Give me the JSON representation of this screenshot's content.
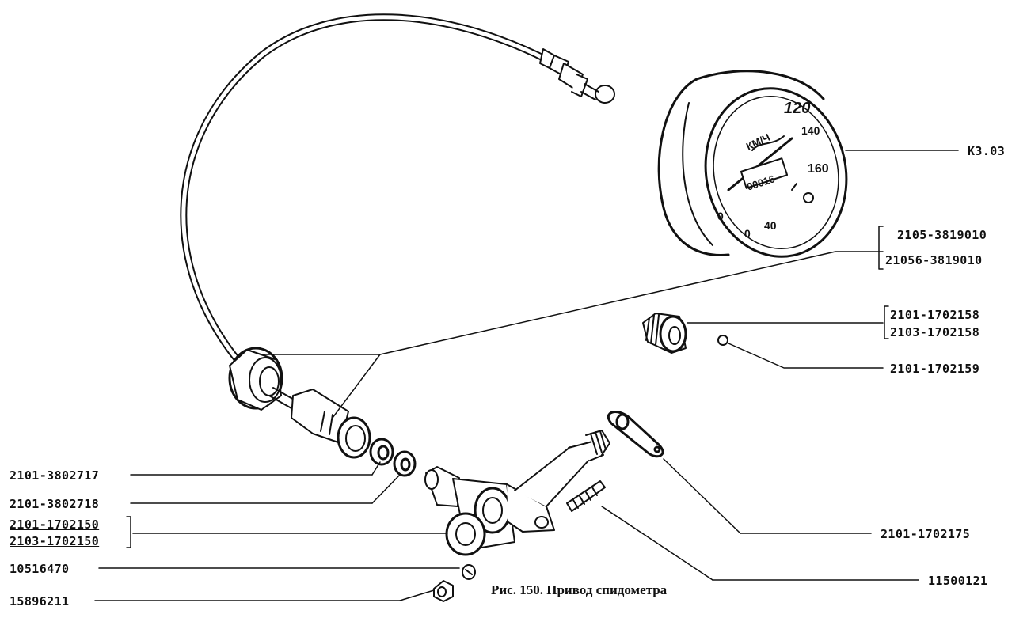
{
  "caption": "Рис. 150. Привод спидометра",
  "labels": {
    "speedometer": "К3.03",
    "cable_a": "2105-3819010",
    "cable_b": "21056-3819010",
    "gear_a": "2101-1702158",
    "gear_b": "2103-1702158",
    "ball": "2101-1702159",
    "washer": "2101-3802717",
    "bushing": "2101-3802718",
    "housing_a": "2101-1702150",
    "housing_b": "2103-1702150",
    "plate": "2101-1702175",
    "stud": "11500121",
    "lock_washer": "10516470",
    "nut": "15896211"
  },
  "dial": {
    "top": "120",
    "upper": "140",
    "right": "160",
    "unit": "КМ/Ч",
    "odometer": "00016",
    "left": "0",
    "bottom_left": "0",
    "bottom": "40"
  }
}
